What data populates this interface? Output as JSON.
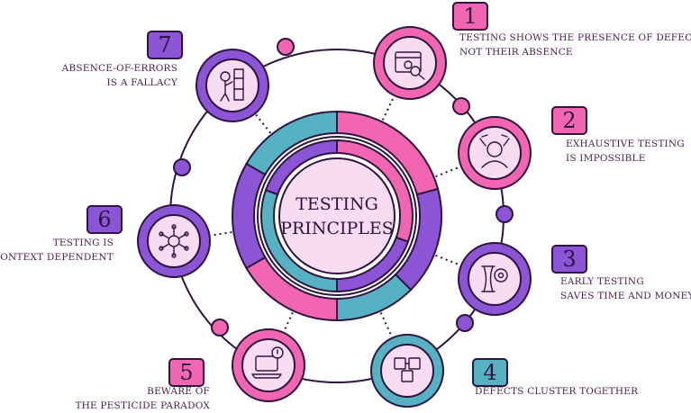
{
  "title": {
    "line1": "TESTING",
    "line2": "PRINCIPLES"
  },
  "colors": {
    "pink": "#f265b0",
    "purple": "#8c55d6",
    "teal": "#56b2c2",
    "light_pink": "#f8dcf2",
    "outline": "#2e1440",
    "text": "#4a1b4a"
  },
  "principles": [
    {
      "number": "1",
      "line1": "TESTING SHOWS THE PRESENCE OF DEFECTS,",
      "line2": "NOT THEIR ABSENCE",
      "color": "#f265b0",
      "icon": "browser-bug-search-icon"
    },
    {
      "number": "2",
      "line1": "EXHAUSTIVE TESTING",
      "line2": "IS IMPOSSIBLE",
      "color": "#f265b0",
      "icon": "frustrated-person-icon"
    },
    {
      "number": "3",
      "line1": "EARLY TESTING",
      "line2": "SAVES TIME AND MONEY",
      "color": "#8c55d6",
      "icon": "hourglass-gear-icon"
    },
    {
      "number": "4",
      "line1": "DEFECTS CLUSTER TOGETHER",
      "line2": "",
      "color": "#56b2c2",
      "icon": "cluster-cubes-icon"
    },
    {
      "number": "5",
      "line1": "BEWARE OF",
      "line2": "THE PESTICIDE PARADOX",
      "color": "#f265b0",
      "icon": "laptop-alert-icon"
    },
    {
      "number": "6",
      "line1": "TESTING IS",
      "line2": "CONTEXT DEPENDENT",
      "color": "#8c55d6",
      "icon": "circuit-network-icon"
    },
    {
      "number": "7",
      "line1": "ABSENCE-OF-ERRORS",
      "line2": "IS A FALLACY",
      "color": "#8c55d6",
      "icon": "person-wall-icon"
    }
  ]
}
